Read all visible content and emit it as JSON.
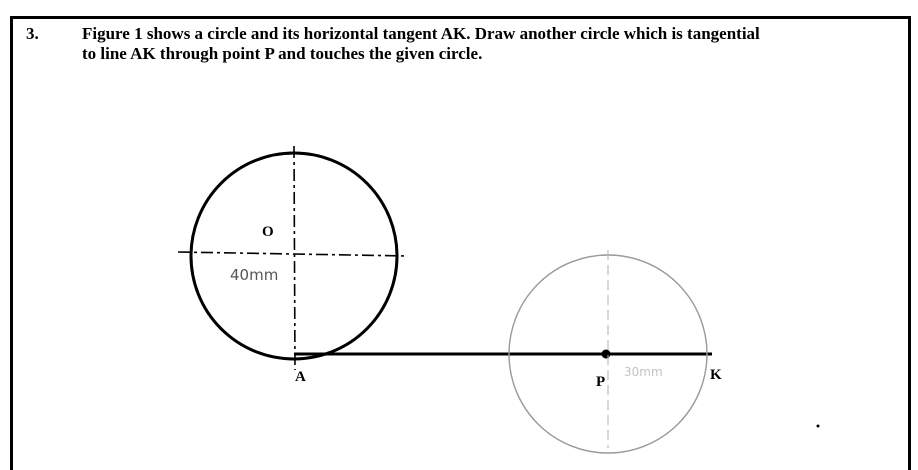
{
  "question": {
    "number": "3.",
    "line1": "Figure 1 shows a circle and its horizontal tangent AK. Draw another circle which is tangential",
    "line2": "to line AK through point P and touches the given circle."
  },
  "figure": {
    "label_o": "O",
    "label_a": "A",
    "label_p": "P",
    "label_k": "K",
    "handwritten_radius": "40mm",
    "handwritten_faint": "30mm"
  },
  "colors": {
    "ink": "#000000",
    "pencil": "#555555",
    "faint": "#9a9a9a"
  }
}
